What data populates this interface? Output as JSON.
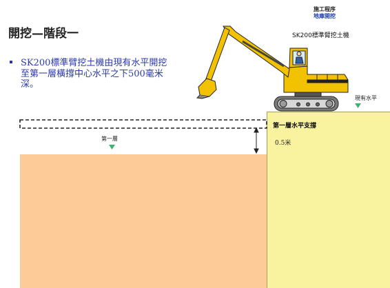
{
  "slide": {
    "title": "開挖—階段一",
    "bullet": "SK200標準臂挖土機由現有水平開挖至第一層橫撐中心水平之下500毫米深。"
  },
  "legend": {
    "procedure_title": "施工程序",
    "procedure_step": "地庫開挖"
  },
  "diagram": {
    "machine_label": "SK200標準臂挖土機",
    "existing_level_label": "現有水平",
    "layer1_label": "第一層",
    "strut_label": "第一層水平支撐",
    "depth_label": "0.5米"
  },
  "colors": {
    "excavated_soil": "#fdcb98",
    "natural_ground": "#f9f29e",
    "machine_yellow": "#f2c200",
    "level_marker": "#3cb371",
    "bullet_text": "#2b3aa8"
  }
}
